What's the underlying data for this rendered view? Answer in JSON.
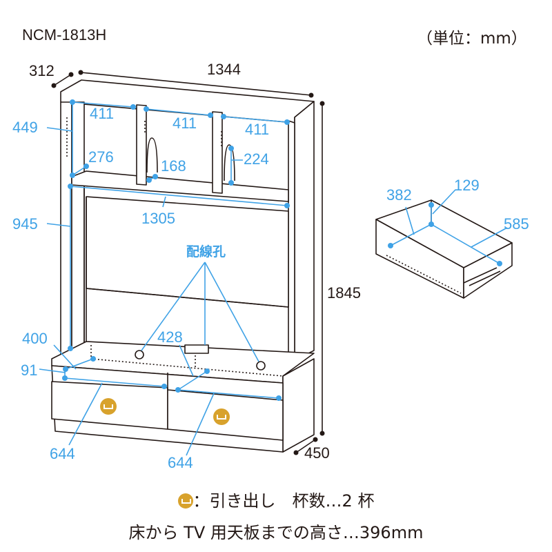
{
  "model": "NCM-1813H",
  "unit": "（単位：mm）",
  "dimensions": {
    "depth_top": "312",
    "width": "1344",
    "height": "1845",
    "depth_base": "450",
    "upper_inner_height": "449",
    "shelf_width_1": "411",
    "shelf_width_2": "411",
    "shelf_width_3": "411",
    "shelf_depth": "276",
    "slot_168": "168",
    "slot_224": "224",
    "tv_inner_height": "945",
    "tv_inner_width": "1305",
    "wiring_hole": "配線孔",
    "lower_depth_left": "400",
    "lower_height": "91",
    "lower_depth_center": "428",
    "drawer_width_left": "644",
    "drawer_width_right": "644"
  },
  "drawer_detail": {
    "depth": "382",
    "height": "129",
    "width": "585"
  },
  "legend": {
    "drawer_label": "：引き出し　杯数…2 杯",
    "tv_height": "床から TV 用天板までの高さ…396mm"
  },
  "colors": {
    "dimension": "#3fa2e6",
    "knob": "#d8a22c",
    "line": "#231815"
  }
}
